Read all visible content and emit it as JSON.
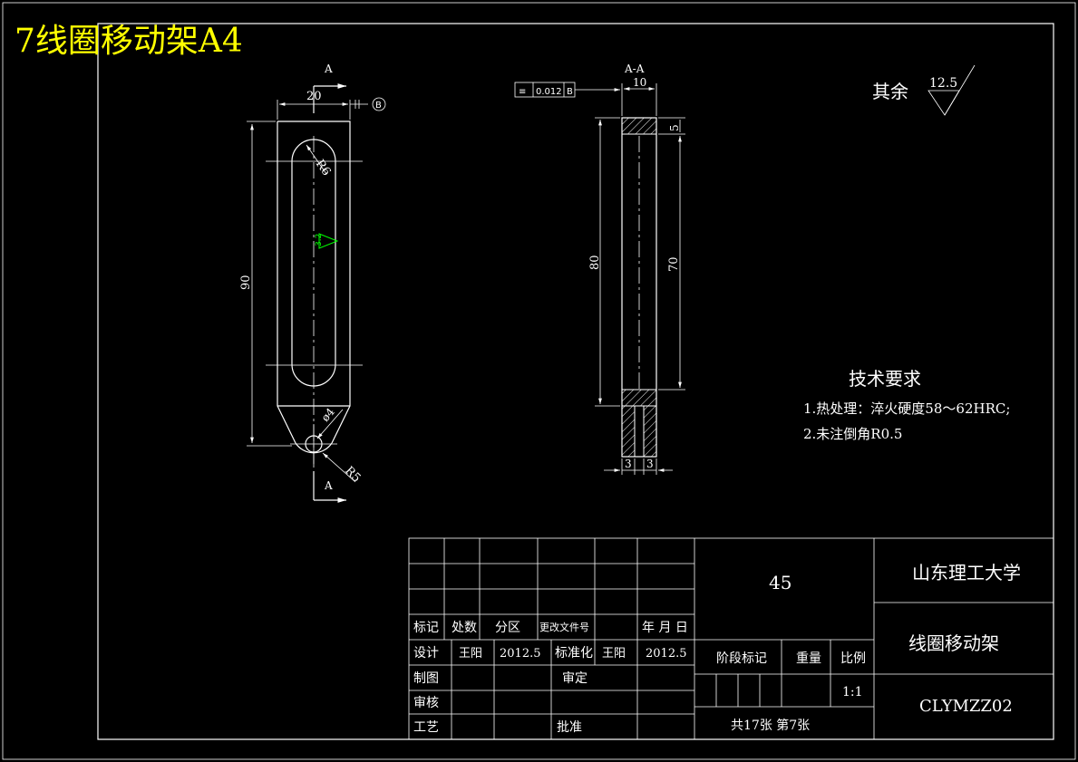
{
  "header": {
    "title": "7线圈移动架A4",
    "title_color": "#ffff00"
  },
  "front_view": {
    "section_mark": "A",
    "dim_width": "20",
    "datum": "B",
    "dim_radius_top": "R6",
    "dim_height": "90",
    "roughness_value": "3.2",
    "dim_hole": "ø4",
    "dim_radius_bottom": "R5",
    "roughness_color": "#00ff00"
  },
  "section_view": {
    "title": "A-A",
    "tolerance_value": "0.012",
    "tolerance_datum": "B",
    "dim_width": "10",
    "dim_top": "5",
    "dim_left": "80",
    "dim_right": "70",
    "dim_bottom_left": "3",
    "dim_bottom_right": "3"
  },
  "roughness_note": {
    "label": "其余",
    "value": "12.5"
  },
  "tech_requirements": {
    "title": "技术要求",
    "items": [
      "1.热处理：淬火硬度58～62HRC;",
      "2.未注倒角R0.5"
    ]
  },
  "title_block": {
    "material": "45",
    "school": "山东理工大学",
    "part_name": "线圈移动架",
    "drawing_no": "CLYMZZ02",
    "scale": "1:1",
    "sheets": "共17张  第7张",
    "labels": {
      "mark": "标记",
      "count": "处数",
      "zone": "分区",
      "change_doc": "更改文件号",
      "date": "年 月 日",
      "design": "设计",
      "standard": "标准化",
      "draw": "制图",
      "review": "审定",
      "check": "审核",
      "process": "工艺",
      "approve": "批准",
      "stage": "阶段标记",
      "weight": "重量",
      "ratio": "比例"
    },
    "designer": "王阳",
    "design_date": "2012.5",
    "std_person": "王阳",
    "std_date": "2012.5"
  }
}
